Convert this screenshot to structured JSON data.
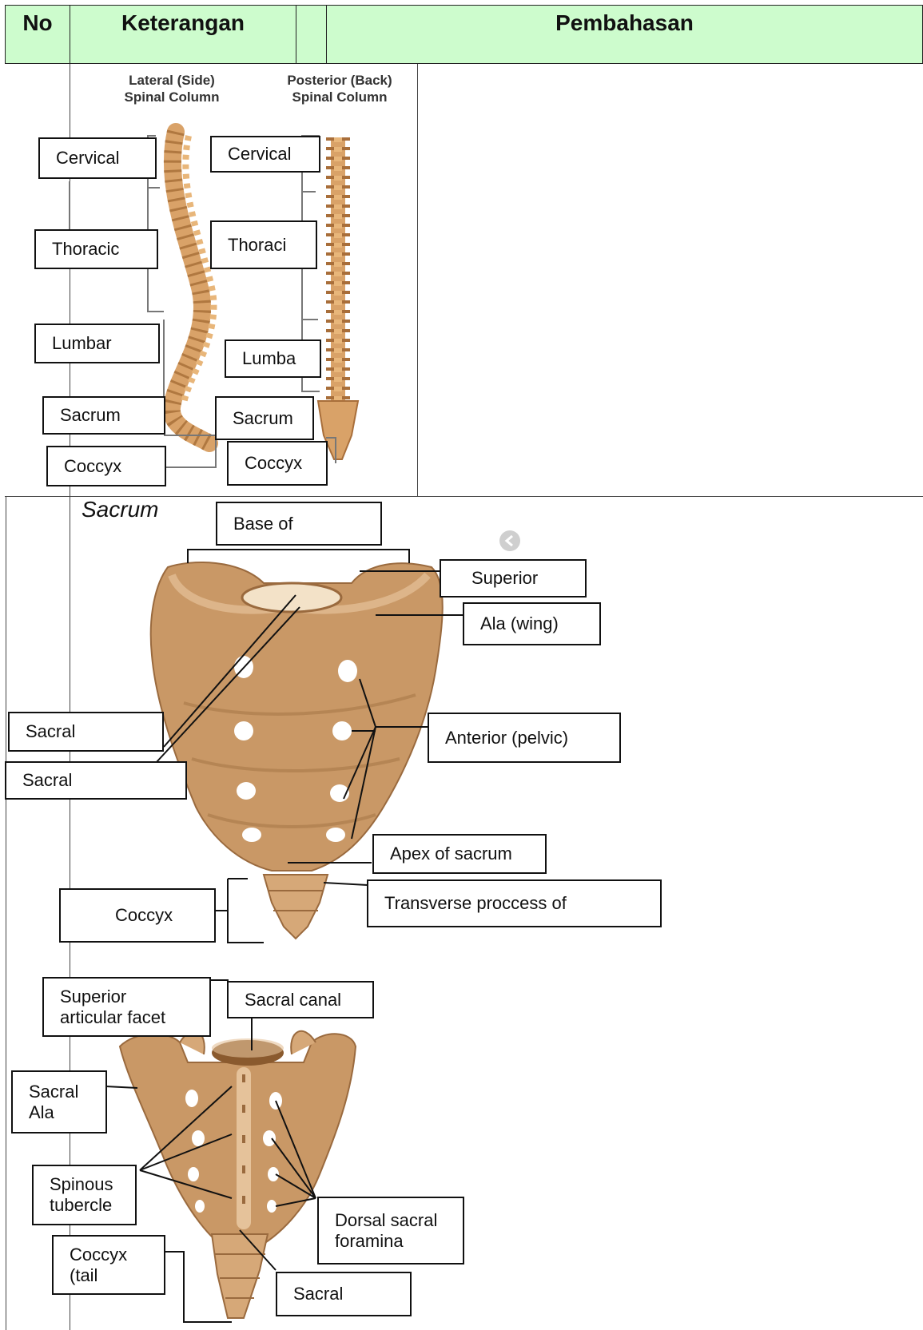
{
  "header": {
    "no": "No",
    "keterangan": "Keterangan",
    "pembahasan": "Pembahasan"
  },
  "spine": {
    "lateral_caption": "Lateral (Side)\nSpinal Column",
    "posterior_caption": "Posterior (Back)\nSpinal Column",
    "left_labels": [
      "Cervical",
      "Thoracic",
      "Lumbar",
      "Sacrum",
      "Coccyx"
    ],
    "right_labels": [
      "Cervical",
      "Thoraci",
      "Lumba",
      "Sacrum",
      "Coccyx"
    ]
  },
  "sacrum_anterior": {
    "title": "Sacrum",
    "labels": {
      "base": "Base of",
      "superior": "Superior",
      "ala": "Ala (wing)",
      "sacral1": "Sacral",
      "sacral2": "Sacral",
      "anterior": "Anterior (pelvic)",
      "apex": "Apex of sacrum",
      "coccyx": "Coccyx",
      "transverse": "Transverse proccess of"
    }
  },
  "sacrum_posterior": {
    "labels": {
      "superior_facet": "Superior\narticular facet",
      "sacral_canal": "Sacral canal",
      "sacral_ala": "Sacral\nAla",
      "spinous": "Spinous\ntubercle",
      "dorsal": "Dorsal sacral\nforamina",
      "coccyx_tail": "Coccyx\n(tail",
      "sacral": "Sacral"
    }
  },
  "colors": {
    "header_bg": "#cdfccd",
    "bone": "#c99866",
    "bone_dark": "#9a6a3e",
    "bone_light": "#e5c29a"
  }
}
